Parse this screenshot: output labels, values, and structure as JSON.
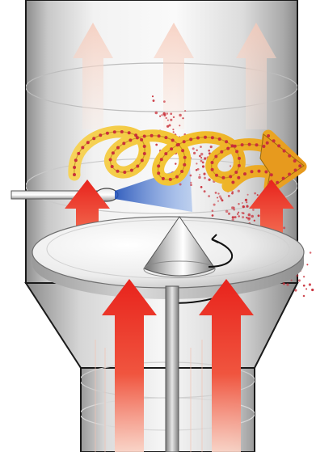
{
  "diagram": {
    "kind": "spray-dryer-fluid-bed-cutaway",
    "components": [
      "cylindrical-vessel",
      "conical-transition",
      "lower-column",
      "rotating-distributor-plate",
      "central-cone",
      "central-shaft",
      "spray-nozzle",
      "spray-cone",
      "side-inlet-pipe"
    ],
    "flows": {
      "exhaust_arrows": 3,
      "hot_air_upper_arrows": 2,
      "hot_air_lower_arrows": 2,
      "swirl_direction": "left-to-right",
      "rotation": "counterclockwise"
    },
    "colors": {
      "vessel_light": "#f4f4f4",
      "vessel_dark": "#8f8f8f",
      "hot_air": "#e8231c",
      "exhaust_faded": "#f6c9b8",
      "swirl_yellow": "#f2c22e",
      "swirl_orange": "#e79a1e",
      "droplets": "#c9303a",
      "spray_blue": "#2e63c9",
      "outline": "#111111"
    }
  }
}
